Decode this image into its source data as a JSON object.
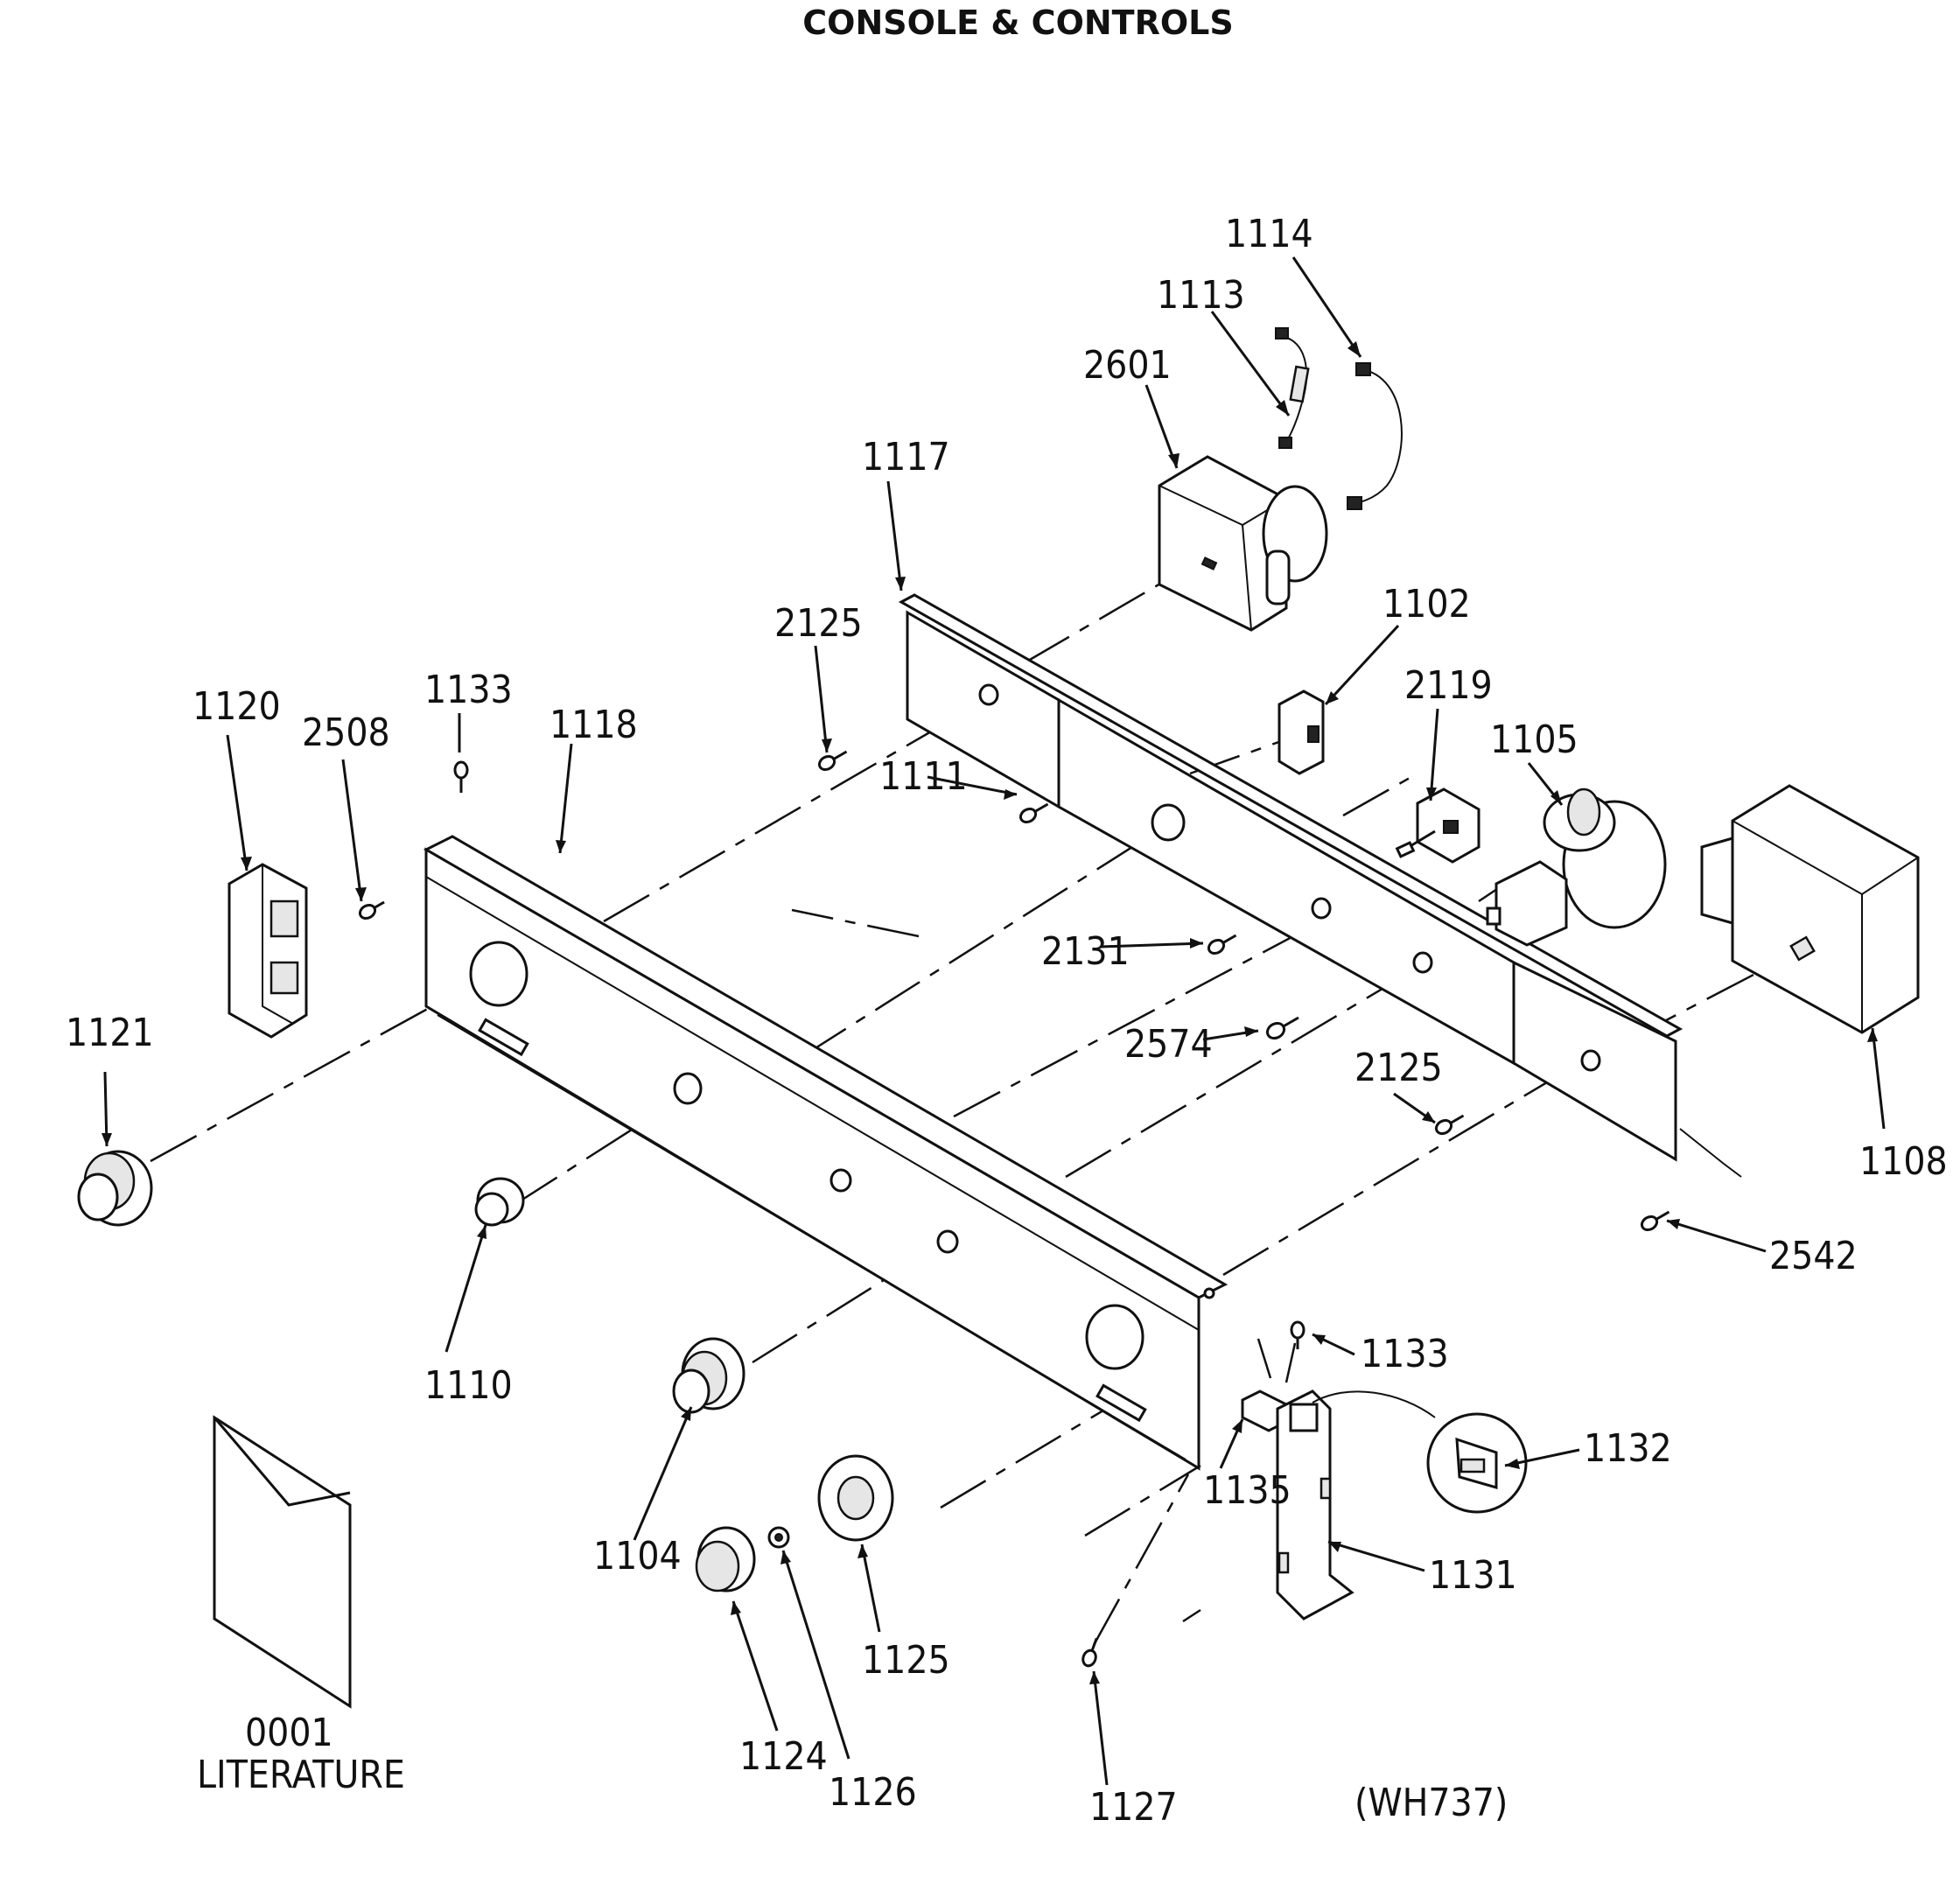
{
  "title": "CONSOLE & CONTROLS",
  "diagram_code": "(WH737)",
  "literature": {
    "number": "0001",
    "label": "LITERATURE"
  },
  "callouts": [
    {
      "id": "1114",
      "part": "wire-harness"
    },
    {
      "id": "1113",
      "part": "wire-harness-connector"
    },
    {
      "id": "2601",
      "part": "timer-motor"
    },
    {
      "id": "1117",
      "part": "control-panel-bracket"
    },
    {
      "id": "1102",
      "part": "switch"
    },
    {
      "id": "2125",
      "part": "screw"
    },
    {
      "id": "2119",
      "part": "rotary-switch"
    },
    {
      "id": "1105",
      "part": "selector-switch"
    },
    {
      "id": "1120",
      "part": "end-cap"
    },
    {
      "id": "2508",
      "part": "screw"
    },
    {
      "id": "1133",
      "part": "screw"
    },
    {
      "id": "1118",
      "part": "console-panel"
    },
    {
      "id": "1111",
      "part": "screw"
    },
    {
      "id": "2131",
      "part": "screw"
    },
    {
      "id": "2574",
      "part": "screw"
    },
    {
      "id": "2125",
      "part": "screw"
    },
    {
      "id": "1108",
      "part": "timer-box"
    },
    {
      "id": "1121",
      "part": "knob"
    },
    {
      "id": "2542",
      "part": "screw"
    },
    {
      "id": "1110",
      "part": "button"
    },
    {
      "id": "1133",
      "part": "screw"
    },
    {
      "id": "1132",
      "part": "clip"
    },
    {
      "id": "1104",
      "part": "knob"
    },
    {
      "id": "1135",
      "part": "bracket"
    },
    {
      "id": "1131",
      "part": "lid-switch-bracket"
    },
    {
      "id": "1125",
      "part": "dial"
    },
    {
      "id": "1124",
      "part": "knob"
    },
    {
      "id": "1126",
      "part": "clip"
    },
    {
      "id": "1127",
      "part": "screw"
    }
  ]
}
